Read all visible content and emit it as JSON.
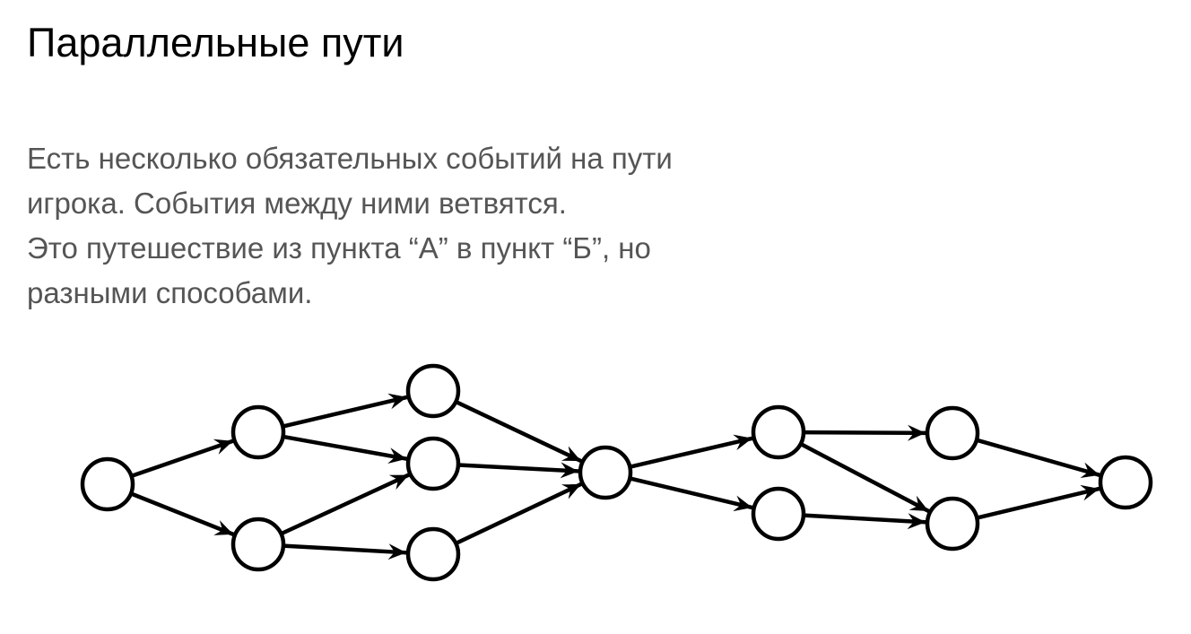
{
  "title": "Параллельные пути",
  "body_lines": [
    "Есть несколько обязательных событий на пути",
    "игрока. События между ними ветвятся.",
    "Это путешествие из пункта “A” в пункт “Б”, но",
    "разными способами."
  ],
  "graph": {
    "node_count": 12,
    "edges": [
      [
        1,
        2
      ],
      [
        1,
        3
      ],
      [
        2,
        4
      ],
      [
        2,
        5
      ],
      [
        3,
        5
      ],
      [
        3,
        6
      ],
      [
        4,
        7
      ],
      [
        5,
        7
      ],
      [
        6,
        7
      ],
      [
        7,
        8
      ],
      [
        7,
        9
      ],
      [
        8,
        10
      ],
      [
        8,
        11
      ],
      [
        9,
        11
      ],
      [
        10,
        12
      ],
      [
        11,
        12
      ]
    ]
  }
}
